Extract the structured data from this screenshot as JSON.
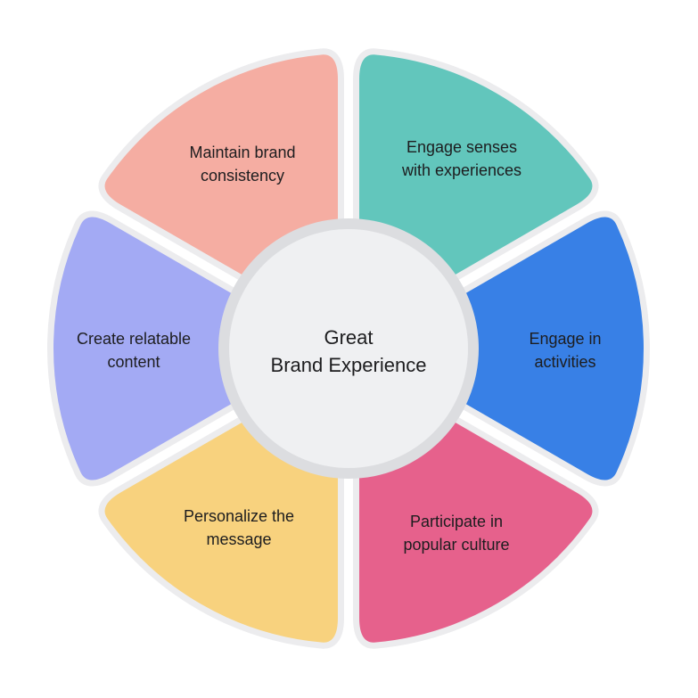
{
  "center": {
    "line1": "Great",
    "line2": "Brand Experience",
    "fill": "#eff0f2",
    "ring": "#dcdde0"
  },
  "segments": [
    {
      "id": "engage-senses",
      "line1": "Engage senses",
      "line2": "with experiences",
      "color": "#62c6bc"
    },
    {
      "id": "engage-activities",
      "line1": "Engage in",
      "line2": "activities",
      "color": "#3880e6"
    },
    {
      "id": "popular-culture",
      "line1": "Participate in",
      "line2": "popular culture",
      "color": "#e6618c"
    },
    {
      "id": "personalize",
      "line1": "Personalize the",
      "line2": "message",
      "color": "#f8d27e"
    },
    {
      "id": "relatable-content",
      "line1": "Create relatable",
      "line2": "content",
      "color": "#a3aaf4"
    },
    {
      "id": "brand-consistency",
      "line1": "Maintain brand",
      "line2": "consistency",
      "color": "#f5ada2"
    }
  ],
  "outline_color": "#ececee"
}
